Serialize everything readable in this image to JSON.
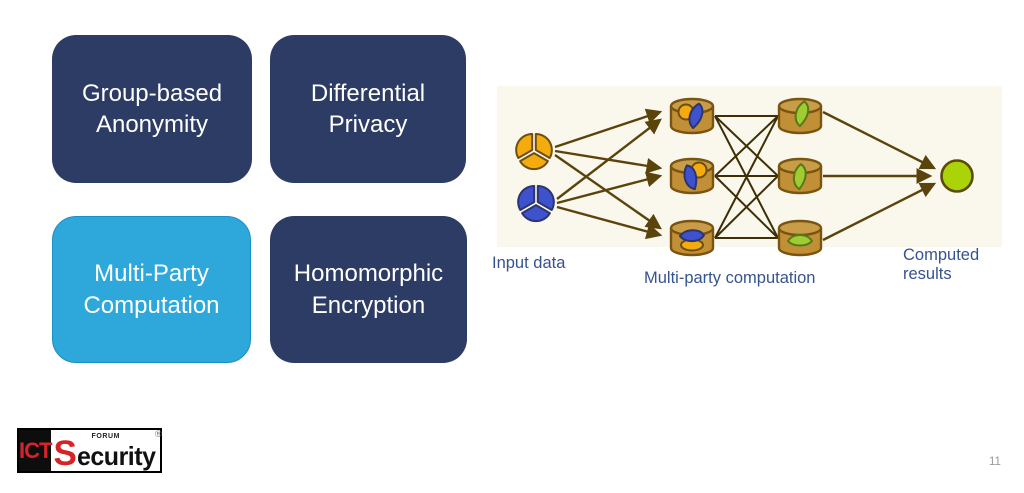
{
  "slide": {
    "page_number": "11"
  },
  "boxes": [
    {
      "id": "group-based-anonymity",
      "label": "Group-based Anonymity",
      "bg": "#2d3c64",
      "text_color": "#ffffff"
    },
    {
      "id": "differential-privacy",
      "label": "Differential Privacy",
      "bg": "#2d3c64",
      "text_color": "#ffffff"
    },
    {
      "id": "multi-party-computation",
      "label": "Multi-Party Computation",
      "bg": "#2ea7db",
      "text_color": "#ffffff"
    },
    {
      "id": "homomorphic-encryption",
      "label": "Homomorphic Encryption",
      "bg": "#2d3c64",
      "text_color": "#ffffff"
    }
  ],
  "diagram": {
    "labels": {
      "input": "Input data",
      "process": "Multi-party computation",
      "output": "Computed results"
    },
    "label_color": "#35538e",
    "background": "#faf8ec",
    "structure": {
      "inputs": 2,
      "computation_parties": 3,
      "result_shares": 3,
      "outputs": 1,
      "flow": [
        "input data",
        "multi-party computation",
        "computed results"
      ]
    },
    "colors": {
      "arrow": "#5b430c",
      "cylinder": "#c18f35",
      "input_yellow": "#f3ab0d",
      "input_blue": "#3d52cc",
      "result_green": "#9fcc30",
      "output_circle": "#abd408"
    }
  },
  "logo": {
    "ict": "ICT",
    "forum": "FORUM",
    "security_initial": "S",
    "security_rest": "ecurity",
    "registered": "®"
  }
}
